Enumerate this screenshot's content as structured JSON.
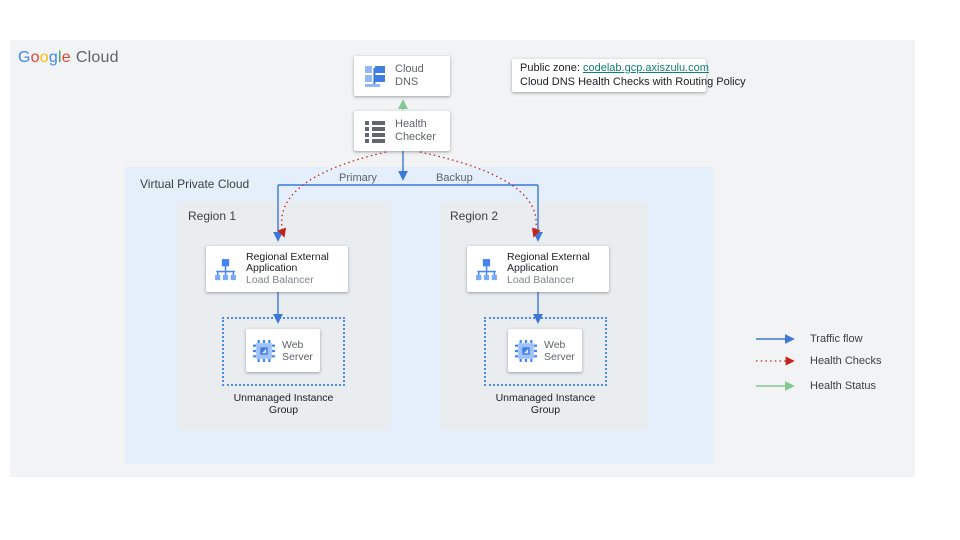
{
  "header": {
    "logo_google": "Google",
    "logo_letter_colors": [
      "#4285F4",
      "#EA4335",
      "#FBBC05",
      "#4285F4",
      "#34A853",
      "#EA4335"
    ],
    "logo_cloud": "Cloud"
  },
  "annotation": {
    "public_zone_label": "Public zone:",
    "public_zone_link": "codelab.gcp.axiszulu.com",
    "subtitle": "Cloud DNS Health Checks with Routing Policy"
  },
  "nodes": {
    "cloud_dns": {
      "label": "Cloud DNS",
      "icon": "cloud-dns-icon"
    },
    "health_checker": {
      "label": "Health Checker",
      "icon": "health-checker-icon"
    }
  },
  "edges": {
    "primary_label": "Primary",
    "backup_label": "Backup"
  },
  "vpc": {
    "label": "Virtual Private Cloud",
    "regions": [
      {
        "label": "Region 1",
        "lb_title": "Regional External Application",
        "lb_subtitle": "Load Balancer",
        "server_label": "Web Server",
        "group_label": "Unmanaged Instance Group"
      },
      {
        "label": "Region 2",
        "lb_title": "Regional External Application",
        "lb_subtitle": "Load Balancer",
        "server_label": "Web Server",
        "group_label": "Unmanaged Instance Group"
      }
    ]
  },
  "legend": {
    "items": [
      {
        "label": "Traffic flow",
        "style": "solid-blue-arrow"
      },
      {
        "label": "Health Checks",
        "style": "dotted-red-arrow"
      },
      {
        "label": "Health Status",
        "style": "solid-green-arrow"
      }
    ]
  },
  "colors": {
    "traffic_flow": "#3c78d8",
    "health_checks": "#c5221f",
    "health_status": "#85c793",
    "panel_bg": "#f1f3f4",
    "vpc_bg": "#e4effb",
    "region_bg": "#e9edf0",
    "instance_group_border": "#4e8cec",
    "link": "#118073"
  }
}
